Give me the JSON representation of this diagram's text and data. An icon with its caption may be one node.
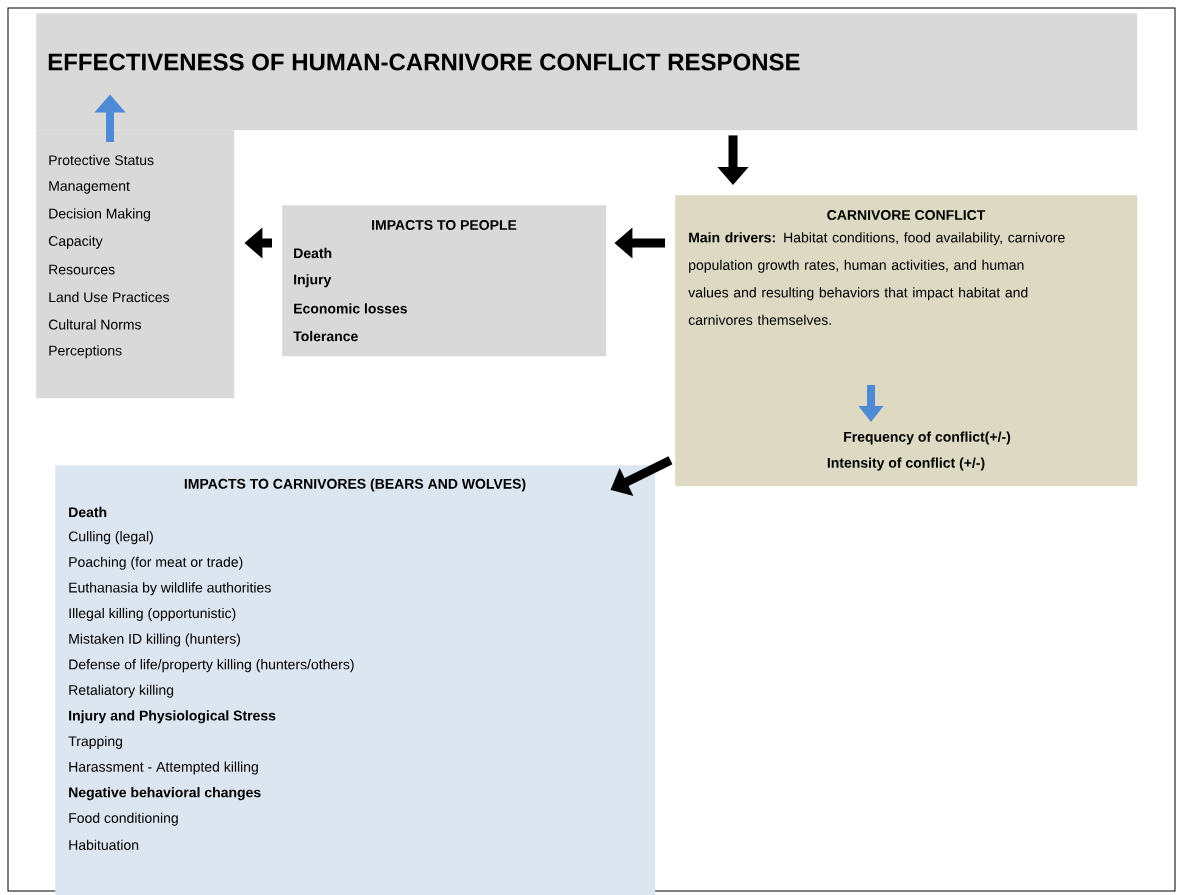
{
  "diagram": {
    "nodes": [
      {
        "text": [
          "EFFECTIVENESS OF HUMAN-CARNIVORE CONFLICT RESPONSE"
        ]
      },
      {
        "text": [
          "Protective Status",
          "Management",
          "Decision Making",
          "Capacity",
          "Resources",
          "Land Use Practices",
          "Cultural Norms",
          "Perceptions"
        ]
      },
      {
        "text": [
          "IMPACTS TO PEOPLE",
          "Death",
          "Injury",
          "Economic losses",
          "Tolerance"
        ]
      },
      {
        "text": [
          "CARNIVORE CONFLICT",
          "**Main drivers:** Habitat conditions, food availability, carnivore population growth rates, human activities, and human values and resulting behaviors that impact habitat and carnivores themselves.",
          "Frequency of conflict(+/-)",
          "Intensity of conflict (+/-)"
        ]
      },
      {
        "text": [
          "IMPACTS TO CARNIVORES (BEARS AND WOLVES)",
          "Death",
          "Culling (legal)",
          "Poaching (for meat or trade)",
          "Euthanasia by wildlife authorities",
          "Illegal killing (opportunistic)",
          "Mistaken ID killing (hunters)",
          "Defense of life/property killing (hunters/others)",
          "Retaliatory killing",
          "Injury and Physiological Stress",
          "Trapping",
          "Harassment - Attempted killing",
          "Negative behavioral changes",
          "Food conditioning",
          "Habituation"
        ]
      }
    ],
    "edges": [
      {
        "from": 1,
        "to": 0,
        "arrow": "to",
        "color": "#4f8ad6"
      },
      {
        "from": 0,
        "to": 3,
        "arrow": "to"
      },
      {
        "from": 3,
        "to": 2,
        "arrow": "to"
      },
      {
        "from": 2,
        "to": 1,
        "arrow": "to"
      },
      {
        "from": 3,
        "to": 4,
        "arrow": "to"
      }
    ]
  }
}
